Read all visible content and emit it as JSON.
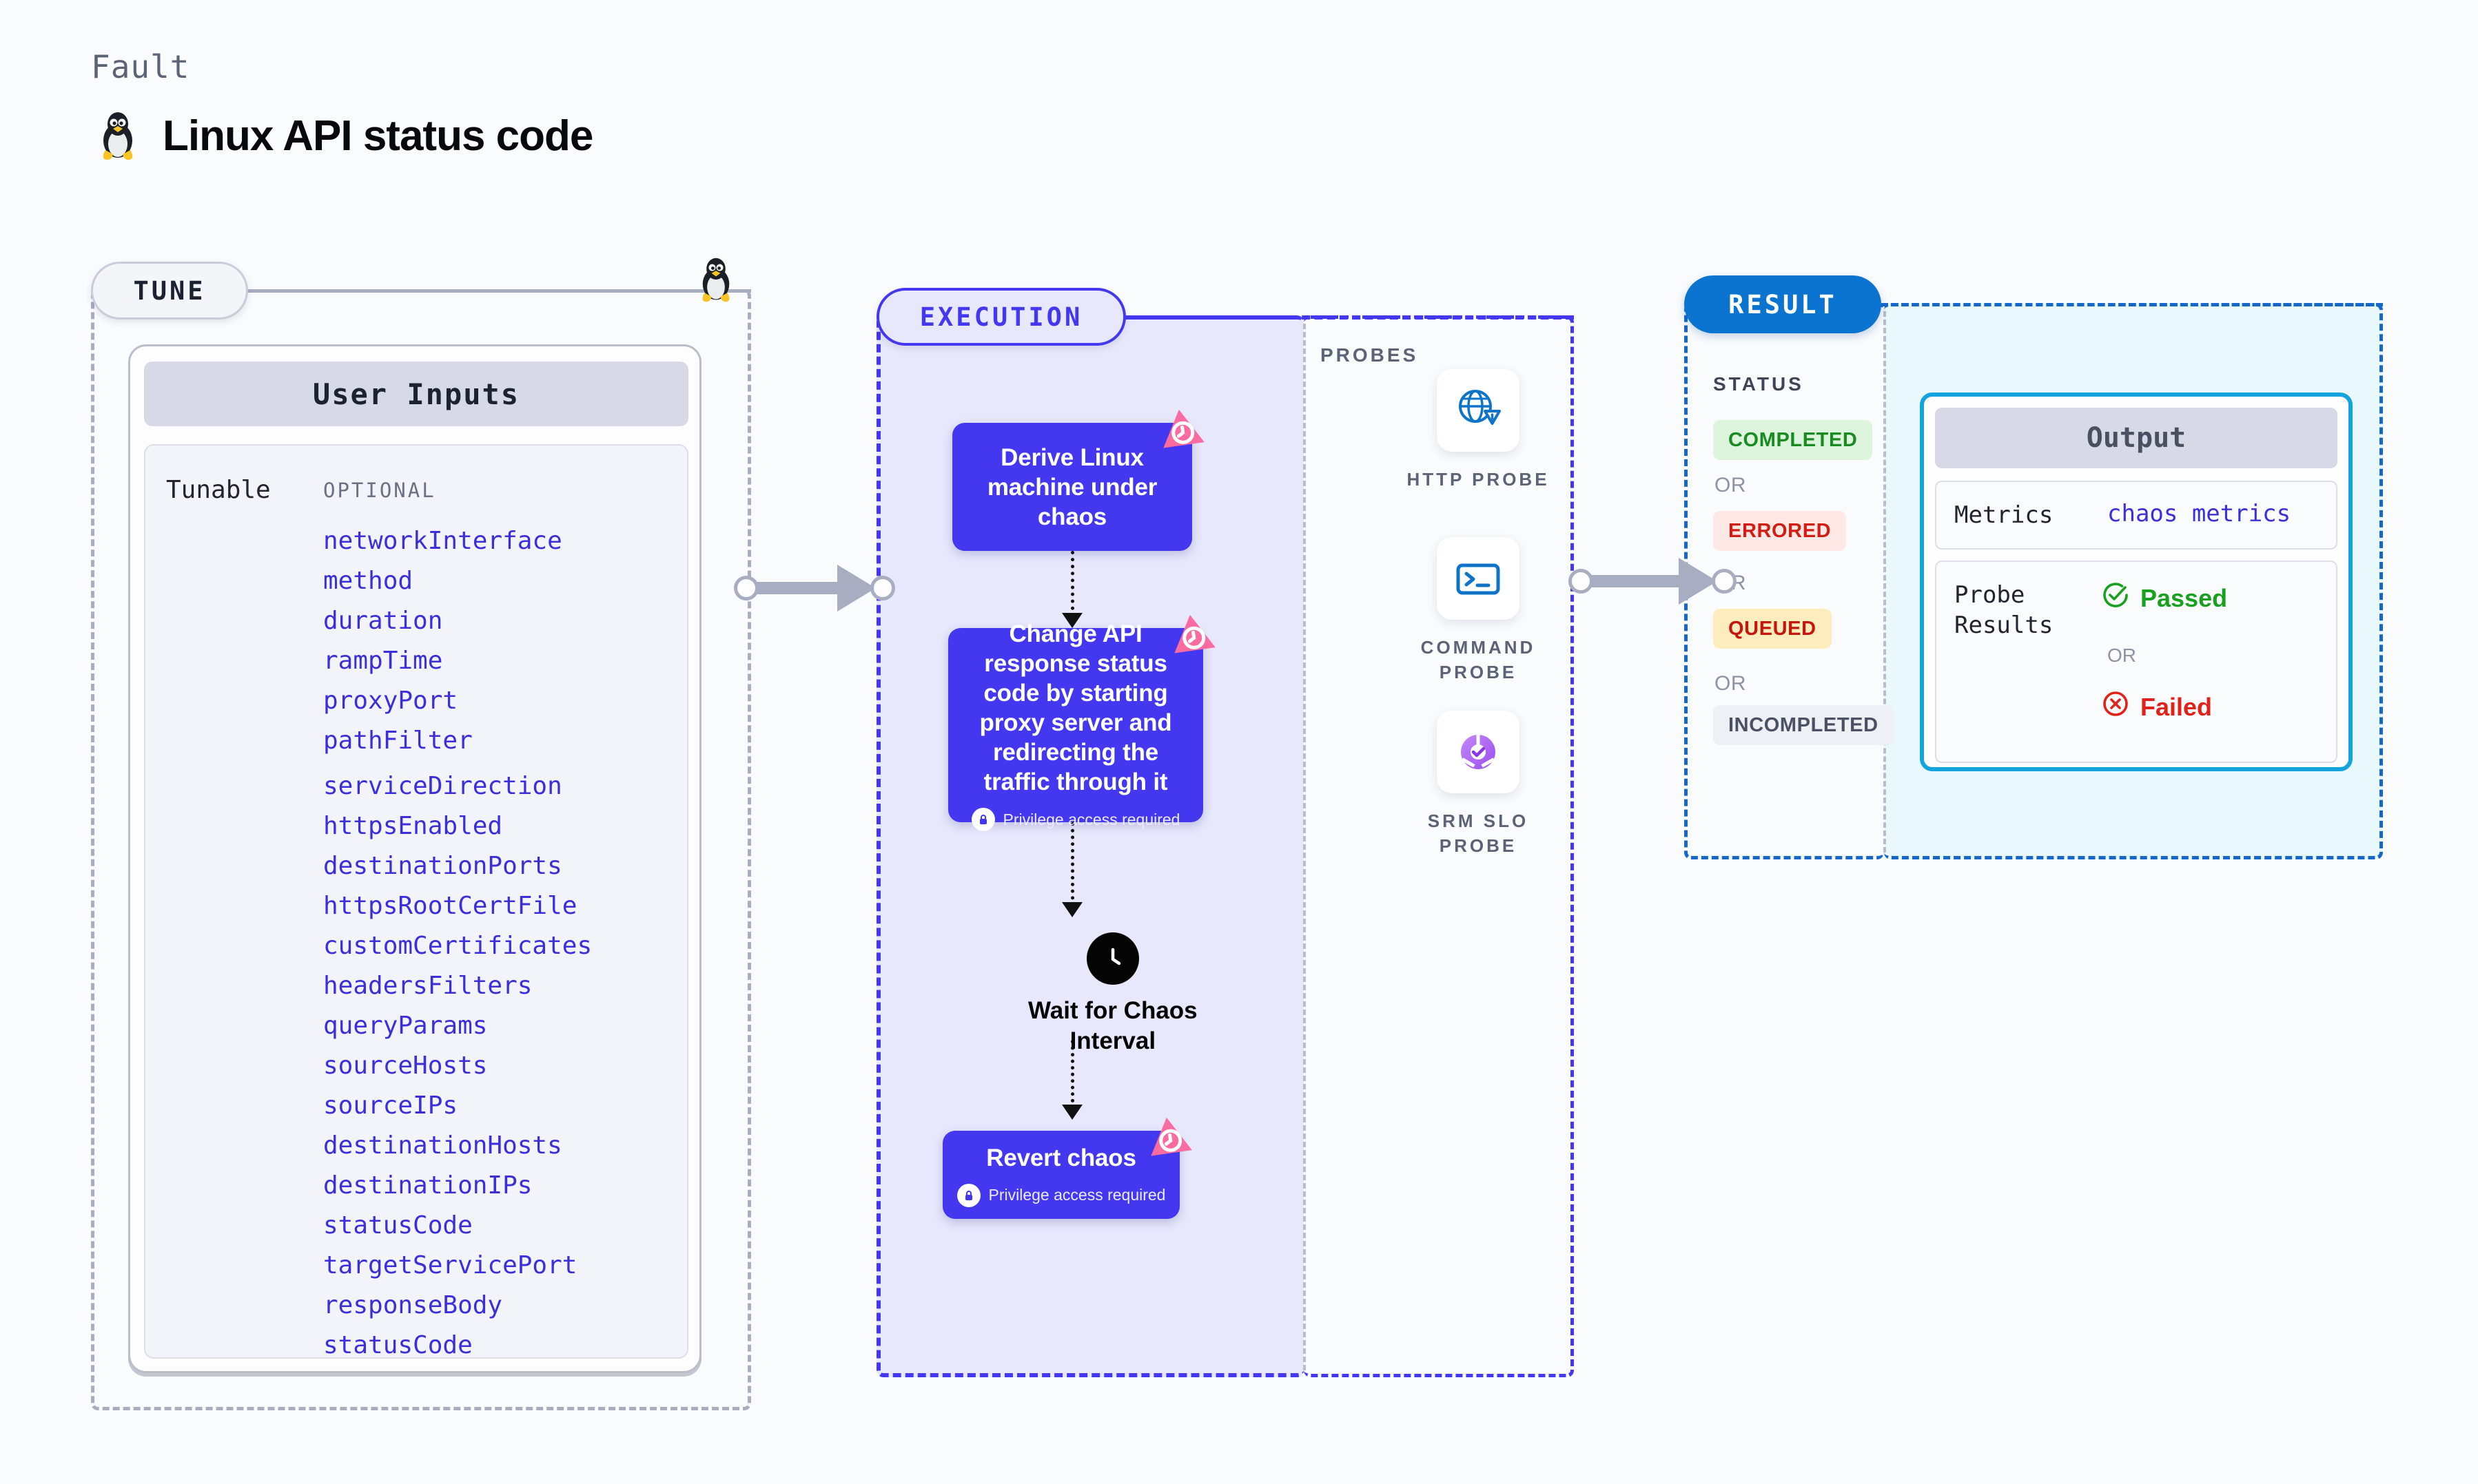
{
  "header": {
    "kicker": "Fault",
    "title": "Linux API status code",
    "icon": "linux-tux-icon"
  },
  "tune": {
    "pill_label": "TUNE",
    "card_title": "User Inputs",
    "group_label": "Tunable",
    "optional_label": "OPTIONAL",
    "params": [
      "networkInterface",
      "method",
      "duration",
      "rampTime",
      "proxyPort",
      "pathFilter",
      "serviceDirection",
      "httpsEnabled",
      "destinationPorts",
      "httpsRootCertFile",
      "customCertificates",
      "headersFilters",
      "queryParams",
      "sourceHosts",
      "sourceIPs",
      "destinationHosts",
      "destinationIPs",
      "statusCode",
      "targetServicePort",
      "responseBody",
      "statusCode"
    ]
  },
  "execution": {
    "pill_label": "EXECUTION",
    "nodes": [
      {
        "title": "Derive Linux machine under chaos",
        "privilege": "",
        "badge": "chaos-clock-badge-icon"
      },
      {
        "title": "Change API response status code by starting proxy server and redirecting the traffic through it",
        "privilege": "Privilege access required",
        "badge": "chaos-clock-badge-icon"
      },
      {
        "title": "Revert chaos",
        "privilege": "Privilege access required",
        "badge": "chaos-clock-badge-icon"
      }
    ],
    "wait_node": {
      "label_line1": "Wait for Chaos",
      "label_line2": "Interval",
      "icon": "clock-icon"
    }
  },
  "probes": {
    "title": "PROBES",
    "items": [
      {
        "label_line1": "HTTP  PROBE",
        "label_line2": "",
        "icon": "globe-warning-icon"
      },
      {
        "label_line1": "COMMAND",
        "label_line2": "PROBE",
        "icon": "terminal-icon"
      },
      {
        "label_line1": "SRM  SLO",
        "label_line2": "PROBE",
        "icon": "slo-donut-check-icon"
      }
    ]
  },
  "result": {
    "pill_label": "RESULT",
    "status_title": "STATUS",
    "or_label": "OR",
    "statuses": [
      {
        "label": "COMPLETED",
        "color": "#1a8a22",
        "bg": "#ddf5dc"
      },
      {
        "label": "ERRORED",
        "color": "#d01e14",
        "bg": "#fde8e6"
      },
      {
        "label": "QUEUED",
        "color": "#c4160b",
        "bg": "#fcecbe"
      },
      {
        "label": "INCOMPLETED",
        "color": "#4b5164",
        "bg": "#eff0f5"
      }
    ],
    "output": {
      "title": "Output",
      "metrics_key": "Metrics",
      "metrics_value": "chaos metrics",
      "probe_key_line1": "Probe",
      "probe_key_line2": "Results",
      "passed_label": "Passed",
      "failed_label": "Failed",
      "or_label": "OR"
    }
  },
  "colors": {
    "accent_purple": "#4338ef",
    "accent_blue": "#0a74d0",
    "accent_cyan": "#13a4e0",
    "badge_pink": "#fa6ba0",
    "param_text": "#3a2fdb"
  }
}
